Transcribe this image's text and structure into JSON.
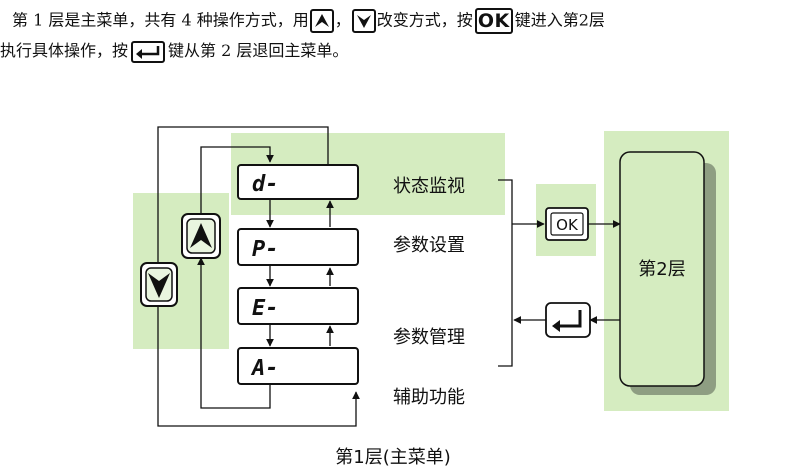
{
  "intro": {
    "line1_a": "第 1 层是主菜单，共有 4 种操作方式，用",
    "line1_sep": "，",
    "line1_b": "改变方式，按",
    "ok_key": "OK",
    "line1_c": "键进入第2层",
    "line2_a": "执行具体操作，按",
    "line2_b": "键从第 2 层退回主菜单。"
  },
  "menu": [
    {
      "display": "d-",
      "label": "状态监视"
    },
    {
      "display": "P-",
      "label": "参数设置"
    },
    {
      "display": "E-",
      "label": "参数管理"
    },
    {
      "display": "A-",
      "label": "辅助功能"
    }
  ],
  "ok_button": "OK",
  "layer2_label": "第2层",
  "caption": "第1层(主菜单)",
  "icons": {
    "up": "up-arrow-key-icon",
    "down": "down-arrow-key-icon",
    "enter": "enter-return-key-icon"
  },
  "colors": {
    "highlight": "#d5ecc0",
    "shadow": "#8e9e82",
    "line": "#111111"
  }
}
